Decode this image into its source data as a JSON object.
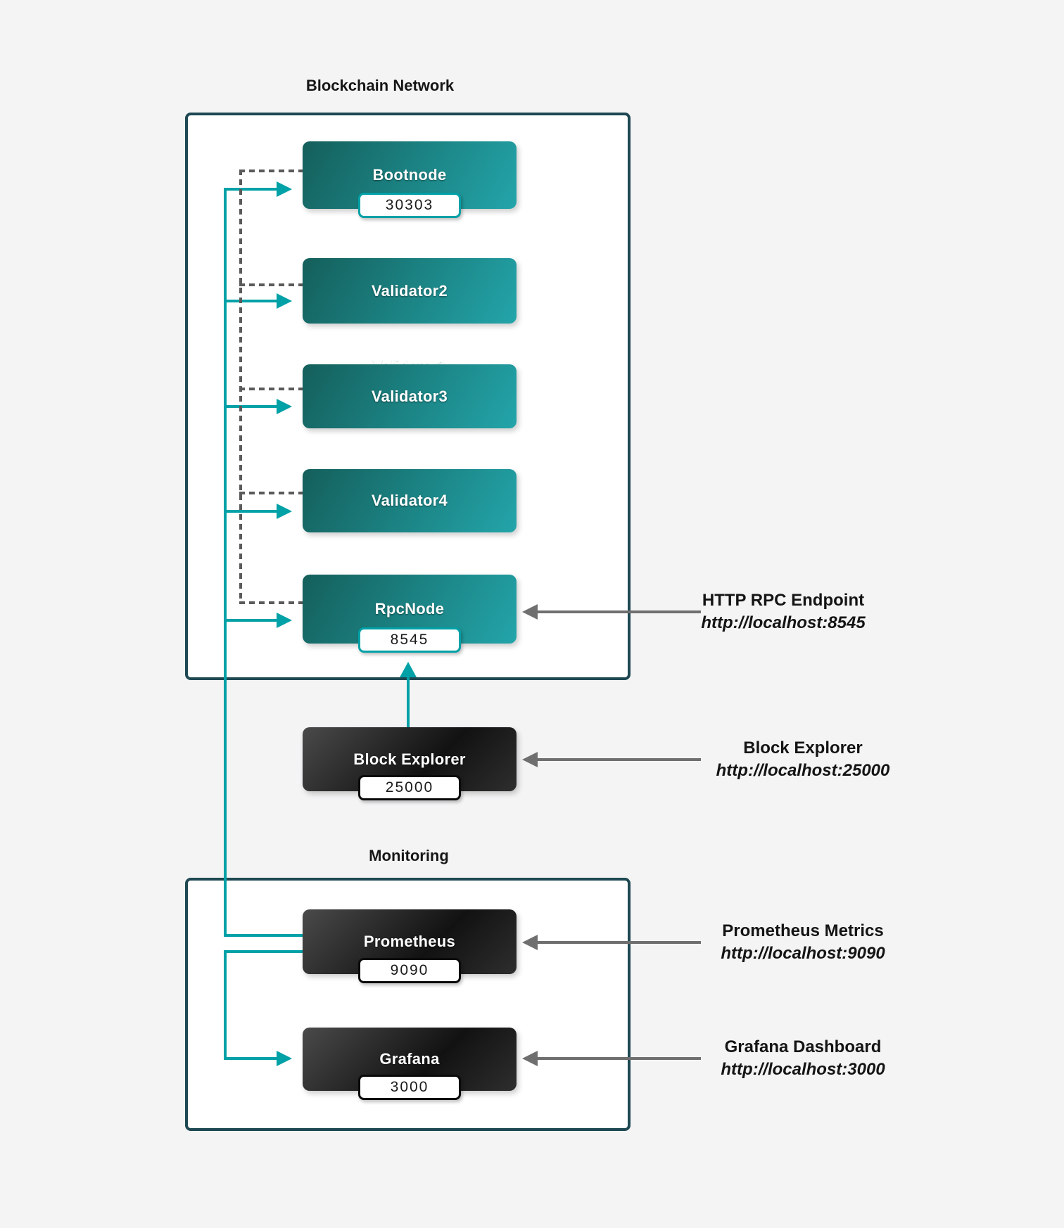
{
  "diagram": {
    "clusters": [
      {
        "title": "Blockchain Network"
      },
      {
        "title": "Monitoring"
      }
    ],
    "nodes": [
      {
        "label": "Bootnode",
        "port": "30303",
        "style": "teal"
      },
      {
        "label": "Validator2",
        "style": "teal"
      },
      {
        "label": "Validator3",
        "style": "teal"
      },
      {
        "label": "Validator4",
        "style": "teal"
      },
      {
        "label": "RpcNode",
        "port": "8545",
        "style": "teal"
      },
      {
        "label": "Block Explorer",
        "port": "25000",
        "style": "dark"
      },
      {
        "label": "Prometheus",
        "port": "9090",
        "style": "dark"
      },
      {
        "label": "Grafana",
        "port": "3000",
        "style": "dark"
      }
    ],
    "hidden_node_label": "Validator1",
    "annotations": [
      {
        "title": "HTTP RPC Endpoint",
        "url": "http://localhost:8545"
      },
      {
        "title": "Block Explorer",
        "url": "http://localhost:25000"
      },
      {
        "title": "Prometheus Metrics",
        "url": "http://localhost:9090"
      },
      {
        "title": "Grafana Dashboard",
        "url": "http://localhost:3000"
      }
    ],
    "colors": {
      "background": "#f4f4f5",
      "cluster_border": "#1e4852",
      "teal_line": "#00a1a7",
      "teal_node_start": "#145f5b",
      "teal_node_end": "#23a5aa",
      "dark_node_start": "#4a4a4a",
      "dark_node_end": "#121212",
      "dashed_line": "#5a5a5a",
      "gray_arrow": "#6f6f6f"
    }
  }
}
